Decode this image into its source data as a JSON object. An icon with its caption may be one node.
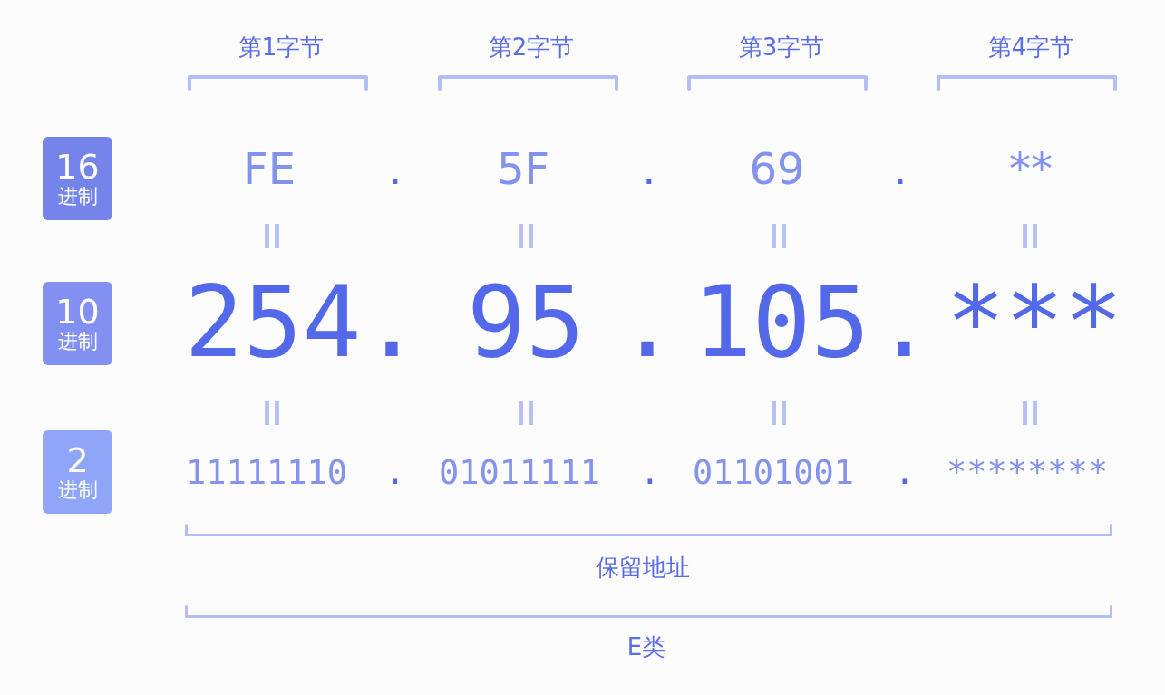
{
  "diagram": {
    "nodes": [
      {
        "text": [
          "16",
          "进制"
        ]
      },
      {
        "text": [
          "10",
          "进制"
        ]
      },
      {
        "text": [
          "2",
          "进制"
        ]
      }
    ],
    "labels": [
      "第1字节",
      "第2字节",
      "第3字节",
      "第4字节",
      "FE",
      ".",
      "5F",
      ".",
      "69",
      ".",
      "**",
      "254",
      ".",
      "95",
      ".",
      "105",
      ".",
      "***",
      "11111110",
      ".",
      "01011111",
      ".",
      "01101001",
      ".",
      "********",
      "保留地址",
      "E类"
    ]
  }
}
